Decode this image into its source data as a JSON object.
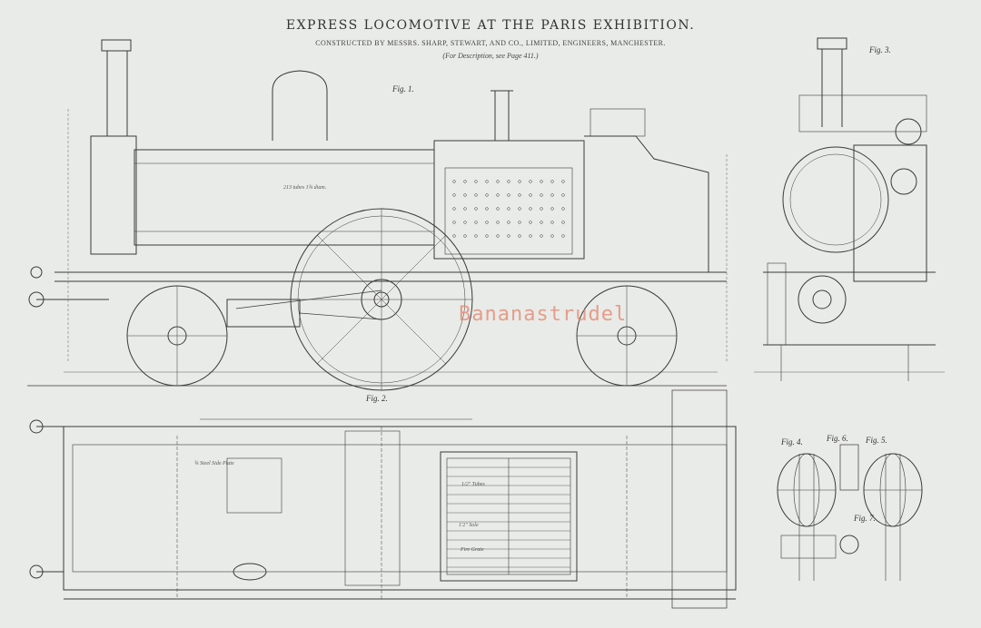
{
  "plate": {
    "title": "EXPRESS LOCOMOTIVE AT THE PARIS EXHIBITION.",
    "subtitle": "CONSTRUCTED BY MESSRS. SHARP, STEWART, AND CO., LIMITED, ENGINEERS, MANCHESTER.",
    "reference": "(For Description, see Page 411.)"
  },
  "figures": {
    "fig1": "Fig. 1.",
    "fig2": "Fig. 2.",
    "fig3": "Fig. 3.",
    "fig4": "Fig. 4.",
    "fig5": "Fig. 5.",
    "fig6": "Fig. 6.",
    "fig7": "Fig. 7."
  },
  "annotations": {
    "tubes": "213 tubes 1¾ diam.",
    "steel_side_plates": "¾ Steel Side Plate",
    "tubes_plan": "1/2\" Tubes",
    "firebox_top": "1'2\" Sole",
    "fire_grate": "Fire Grate"
  },
  "watermark": "Bananastrudel",
  "colors": {
    "paper": "#e9ebe8",
    "ink": "#2c2c2c",
    "watermark": "#e58a73"
  }
}
